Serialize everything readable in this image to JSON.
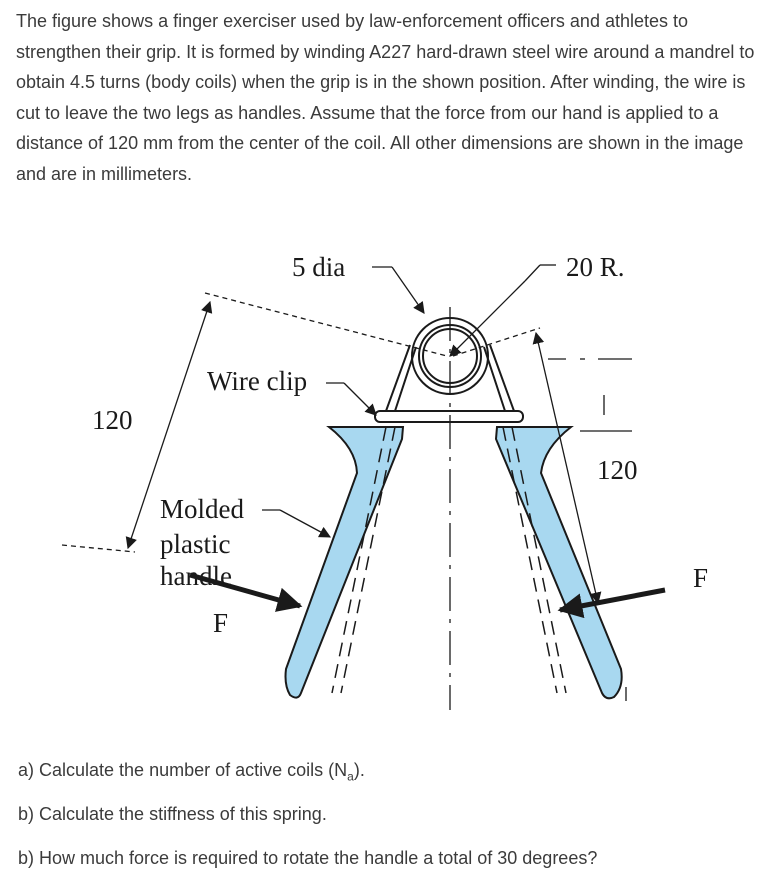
{
  "intro": {
    "text": "The figure shows a finger exerciser used by law-enforcement officers and athletes to strengthen their grip. It is formed by winding A227 hard-drawn steel wire around a mandrel to obtain 4.5 turns (body coils) when the grip is in the shown position. After winding, the wire is cut to leave the two legs as handles. Assume that the force from our hand is applied to a distance of 120 mm from the center of the coil. All other dimensions are shown in the image and are in millimeters."
  },
  "figure": {
    "labels": {
      "wire_dia": "5 dia",
      "coil_radius": "20 R.",
      "wire_clip": "Wire clip",
      "molded_1": "Molded",
      "molded_2": "plastic",
      "molded_3": "handle",
      "dim_left": "120",
      "dim_right": "120",
      "force_left": "F",
      "force_right": "F"
    },
    "colors": {
      "handle_fill": "#a8d8f0",
      "line": "#1a1a1a"
    }
  },
  "questions": {
    "a_pre": "a) Calculate the number of active coils (N",
    "a_sub": "a",
    "a_post": ").",
    "b1": "b) Calculate the stiffness of this spring.",
    "b2": "b) How much force is required to rotate the handle a total of 30 degrees?"
  }
}
